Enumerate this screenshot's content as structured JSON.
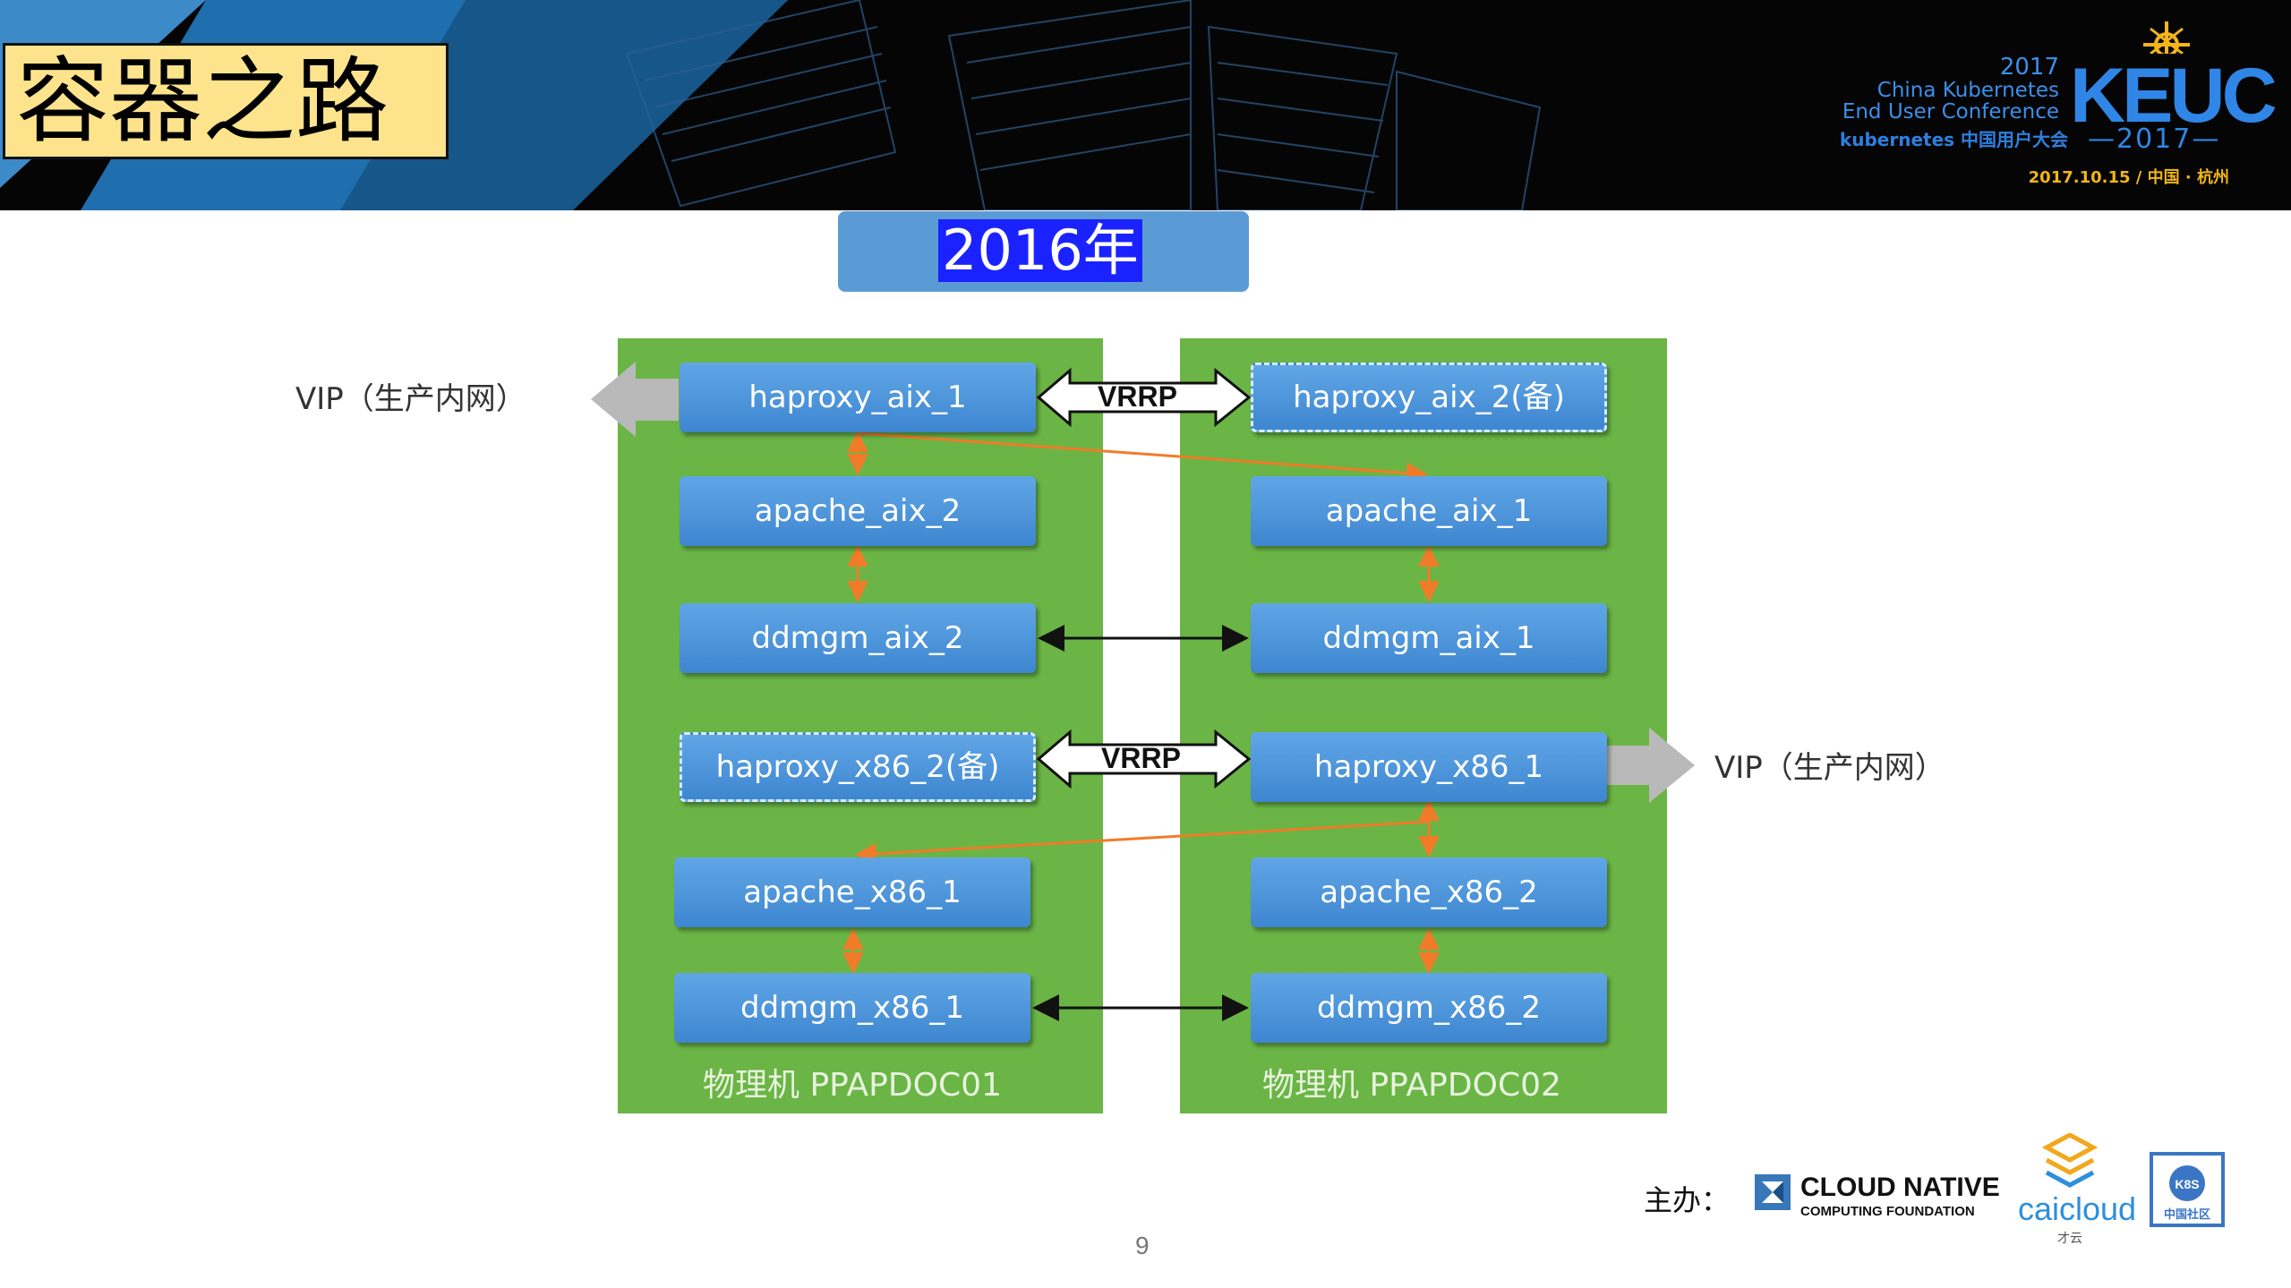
{
  "header": {
    "title": "容器之路",
    "conference": {
      "year": "2017",
      "line1": "China Kubernetes",
      "line2": "End User Conference",
      "k8s_line": "kubernetes 中国用户大会",
      "logo_text": "KEUC",
      "logo_year": "—2017—",
      "date_place": "2017.10.15  /  中国 · 杭州"
    }
  },
  "year_badge": "2016年",
  "diagram": {
    "left_vip": "VIP（生产内网）",
    "right_vip": "VIP（生产内网）",
    "vrrp_top": "VRRP",
    "vrrp_bottom": "VRRP",
    "machine_left": {
      "label": "物理机 PPAPDOC01",
      "nodes": [
        "haproxy_aix_1",
        "apache_aix_2",
        "ddmgm_aix_2",
        "haproxy_x86_2(备)",
        "apache_x86_1",
        "ddmgm_x86_1"
      ]
    },
    "machine_right": {
      "label": "物理机 PPAPDOC02",
      "nodes": [
        "haproxy_aix_2(备)",
        "apache_aix_1",
        "ddmgm_aix_1",
        "haproxy_x86_1",
        "apache_x86_2",
        "ddmgm_x86_2"
      ]
    },
    "colors": {
      "machine": "#6ab545",
      "node": "#4a93da",
      "orange_link": "#f07c2a",
      "sync_link": "#111111"
    }
  },
  "footer": {
    "host_label": "主办：",
    "cncf_line1": "CLOUD NATIVE",
    "cncf_line2": "COMPUTING FOUNDATION",
    "caicloud": "caicloud",
    "caicloud_sub": "才云",
    "k8s_badge_top": "K8S",
    "k8s_badge_bottom": "中国社区",
    "page_number": "9"
  }
}
